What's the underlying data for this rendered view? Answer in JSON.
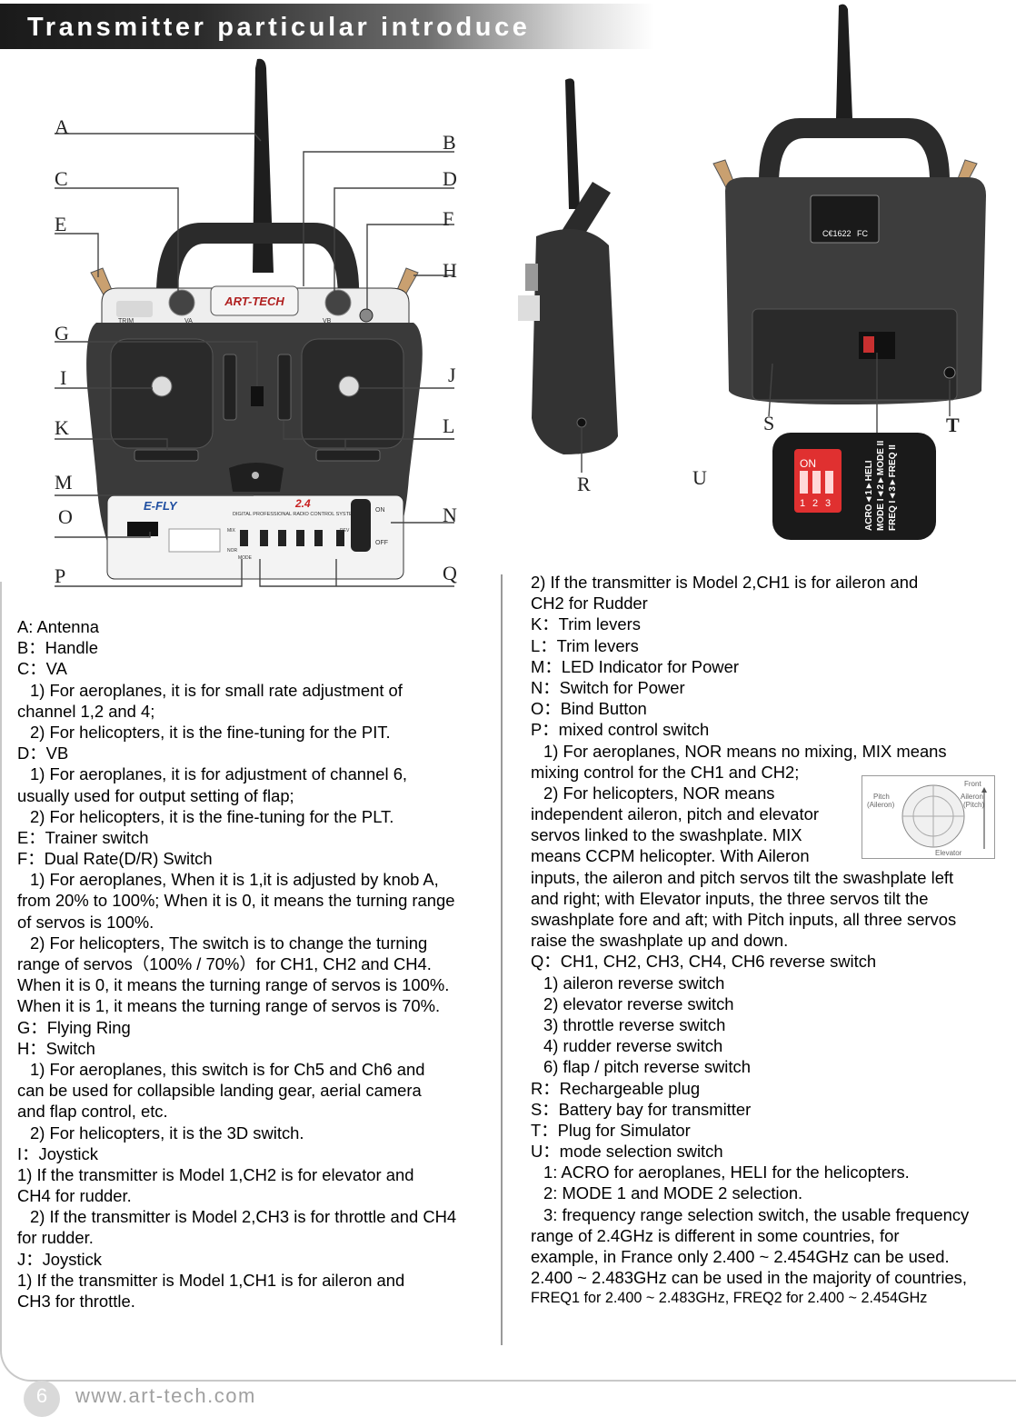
{
  "header": {
    "title": "Transmitter particular introduce"
  },
  "front_labels": [
    "A",
    "B",
    "C",
    "D",
    "E",
    "F",
    "H",
    "G",
    "I",
    "J",
    "K",
    "L",
    "M",
    "N",
    "O",
    "Q",
    "P"
  ],
  "side_labels": [
    "R"
  ],
  "back_labels": [
    "S",
    "T",
    "U"
  ],
  "transmitter_markings": {
    "brand": "ART-TECH",
    "model": "E-FLY",
    "system": "DIGITAL PROFESSIONAL RADIO CONTROL SYSTEM",
    "band": "2.4",
    "on": "ON",
    "off": "OFF",
    "trim": "TRIM",
    "va": "VA",
    "vb": "VB",
    "mix": "MIX",
    "nor": "NOR",
    "rev": "REV",
    "mode": "MODE",
    "ce": "C€1622",
    "fc": "FC"
  },
  "dip_switch": {
    "on": "ON",
    "numbers": [
      "1",
      "2",
      "3"
    ],
    "rows": [
      "ACRO◄1►HELI",
      "MODE I◄2►MODE II",
      "FREQ I◄3►FREQ II"
    ]
  },
  "swash_diagram": {
    "front": "Front",
    "pitch": "Pitch",
    "pitch_sub": "(Aileron)",
    "aileron": "Aileron",
    "aileron_sub": "(Pitch)",
    "elevator": "Elevator"
  },
  "left_column": [
    "A:   Antenna",
    "B：Handle",
    "C：VA",
    "  1) For aeroplanes, it is for small rate adjustment of",
    "channel 1,2 and 4;",
    "  2) For helicopters, it is the fine-tuning for the PIT.",
    "D：VB",
    "  1) For aeroplanes, it is for adjustment of channel 6,",
    "usually used for output setting of flap;",
    "  2) For helicopters, it is the fine-tuning for the PLT.",
    "E：Trainer switch",
    "F：Dual Rate(D/R) Switch",
    "  1) For aeroplanes, When it is 1,it is adjusted by knob A,",
    "from 20% to 100%; When it is 0, it means the turning range",
    "of servos is 100%.",
    "  2) For helicopters, The switch is to change the turning",
    "range of servos（100% / 70%）for CH1, CH2 and CH4.",
    "When it is 0, it means the turning range of servos is 100%.",
    "When it is 1, it means the turning range of servos is 70%.",
    "G：Flying Ring",
    "H：Switch",
    "  1) For aeroplanes, this switch is for Ch5 and Ch6 and",
    "can be used for collapsible landing gear, aerial camera",
    "and flap control, etc.",
    "  2) For helicopters, it is the 3D switch.",
    "I：Joystick",
    "1) If the transmitter is Model 1,CH2 is for elevator and",
    "CH4 for rudder.",
    "  2) If the transmitter is Model 2,CH3 is for throttle and CH4",
    "for rudder.",
    "J：Joystick",
    "1) If the transmitter is Model 1,CH1 is for aileron and",
    "CH3 for throttle."
  ],
  "right_column": [
    "2) If the transmitter is Model 2,CH1 is for aileron and",
    "CH2 for Rudder",
    "K：Trim levers",
    "L：Trim levers",
    "M：LED Indicator for Power",
    "N：Switch for Power",
    "O：Bind Button",
    "P：mixed control switch",
    "  1) For aeroplanes, NOR means no mixing, MIX means",
    "mixing control for the CH1 and CH2;",
    "  2) For helicopters, NOR means",
    "independent aileron, pitch and elevator",
    "servos linked to the swashplate. MIX",
    "means CCPM helicopter. With Aileron",
    "inputs, the aileron and pitch servos tilt the swashplate left",
    "and right; with Elevator inputs, the three servos tilt the",
    "swashplate fore and aft; with Pitch inputs, all three servos",
    "raise the swashplate up and down.",
    "Q：CH1, CH2, CH3, CH4, CH6 reverse switch",
    "  1) aileron reverse switch",
    "  2) elevator reverse switch",
    "  3) throttle reverse switch",
    "  4) rudder reverse switch",
    "  6) flap / pitch reverse switch",
    "R：Rechargeable plug",
    "S：Battery  bay  for  transmitter",
    "T：Plug for Simulator",
    "U：mode selection switch",
    "  1: ACRO for aeroplanes, HELI for the helicopters.",
    "  2: MODE 1 and MODE 2 selection.",
    "  3: frequency range selection switch, the usable frequency",
    "range of 2.4GHz is  different in some countries, for",
    "example, in France only 2.400 ~ 2.454GHz can be used.",
    "2.400 ~ 2.483GHz can be used in the majority of countries,",
    "FREQ1 for 2.400 ~ 2.483GHz, FREQ2 for 2.400 ~ 2.454GHz"
  ],
  "footer": {
    "page": "6",
    "url": "www.art-tech.com"
  }
}
